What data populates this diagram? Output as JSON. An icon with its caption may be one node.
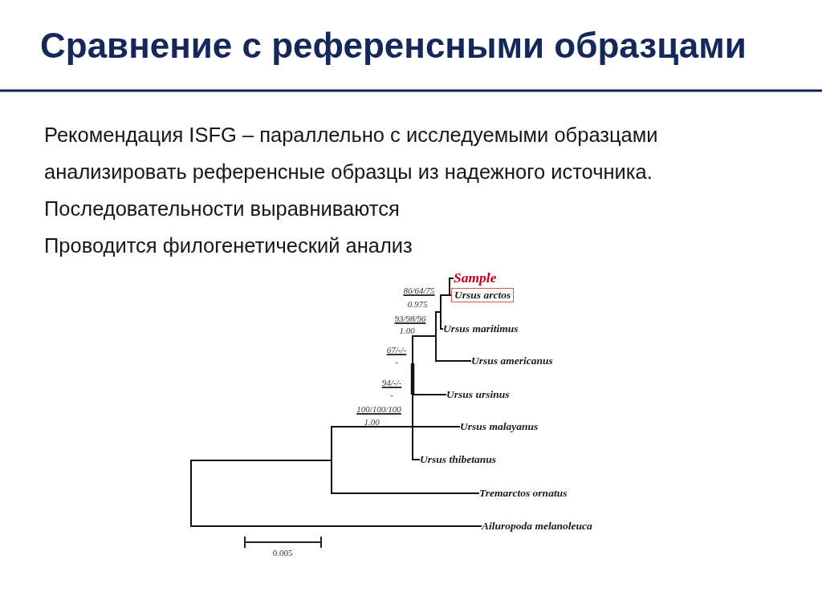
{
  "diagram": {
    "title": "Сравнение с референсными образцами",
    "nodes": [
      {
        "text": [
          "Sample"
        ]
      },
      {
        "text": [
          "Ursus arctos"
        ]
      },
      {
        "text": [
          "Ursus maritimus"
        ]
      },
      {
        "text": [
          "Ursus americanus"
        ]
      },
      {
        "text": [
          "Ursus ursinus"
        ]
      },
      {
        "text": [
          "Ursus malayanus"
        ]
      },
      {
        "text": [
          "Ursus thibetanus"
        ]
      },
      {
        "text": [
          "Tremarctos ornatus"
        ]
      },
      {
        "text": [
          "Ailuropoda melanoleuca"
        ]
      }
    ],
    "edges": [
      {
        "from": 1,
        "to": 0,
        "arrow": "none"
      },
      {
        "from": null,
        "to": 1,
        "arrow": "none"
      },
      {
        "from": null,
        "to": 2,
        "arrow": "none"
      },
      {
        "from": null,
        "to": 3,
        "arrow": "none"
      },
      {
        "from": null,
        "to": 4,
        "arrow": "none"
      },
      {
        "from": null,
        "to": 5,
        "arrow": "none"
      },
      {
        "from": null,
        "to": 6,
        "arrow": "none"
      },
      {
        "from": null,
        "to": 7,
        "arrow": "none"
      },
      {
        "from": null,
        "to": 8,
        "arrow": "none"
      }
    ],
    "labels": [
      "Рекомендация ISFG – параллельно с исследуемыми образцами анализировать референсные образцы из надежного источника.",
      "Последовательности выравниваются",
      "Проводится филогенетический анализ",
      "86/64/75",
      "0.975",
      "93/98/96",
      "1.00",
      "67/-/-",
      "-",
      "94/-/-",
      "-",
      "100/100/100",
      "1.00",
      "0.005"
    ]
  }
}
